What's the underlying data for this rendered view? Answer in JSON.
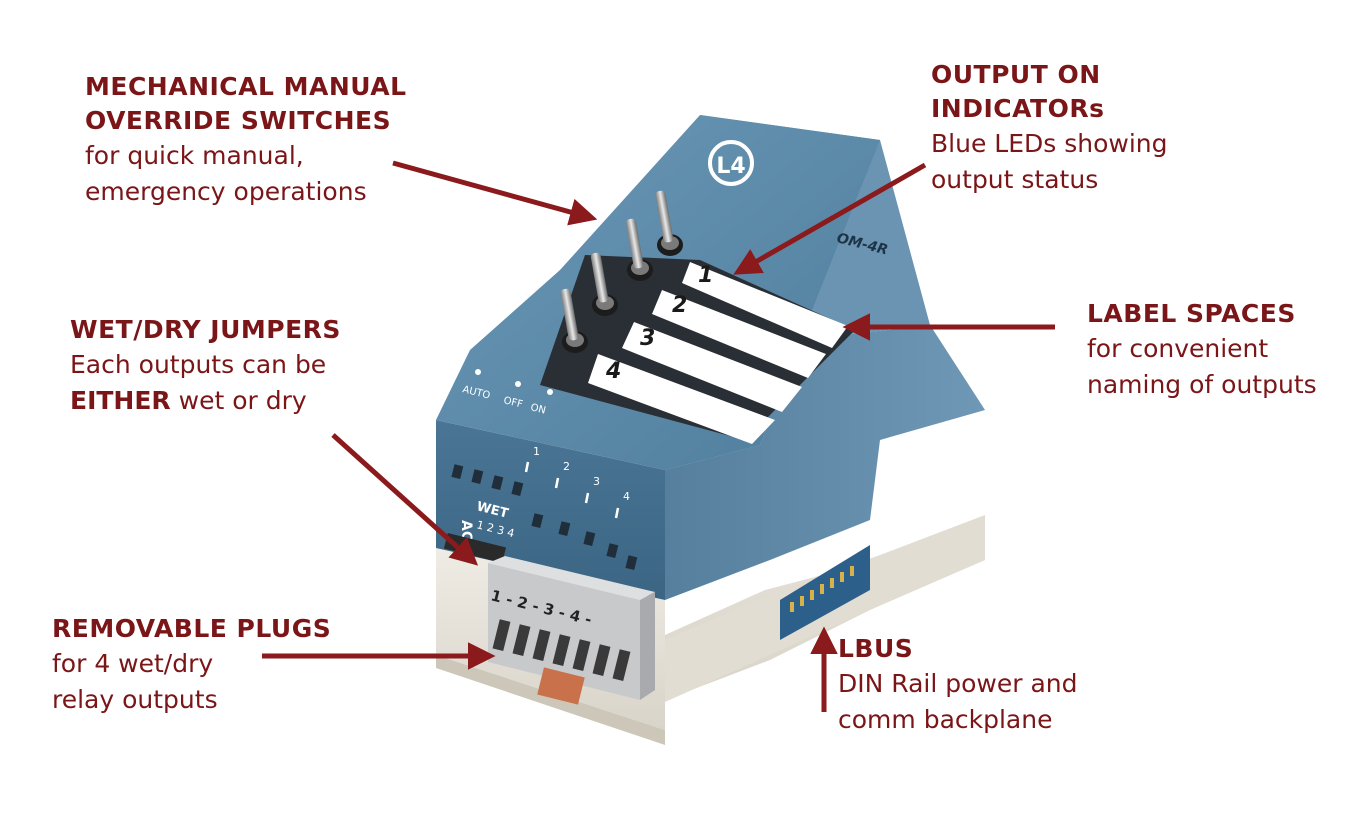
{
  "colors": {
    "callout_text": "#7a1518",
    "arrow": "#8b1a1c",
    "housing_blue": "#4f7d9c",
    "housing_dark": "#3b6583",
    "housing_light": "#6b98b7",
    "base_cream": "#e7e3da",
    "led_blue": "#2f6fd6"
  },
  "callouts": {
    "override": {
      "title_line1": "MECHANICAL MANUAL",
      "title_line2": "OVERRIDE SWITCHES",
      "desc_line1": "for quick manual,",
      "desc_line2": "emergency operations"
    },
    "indicators": {
      "title_line1": "OUTPUT ON",
      "title_line2": "INDICATORs",
      "desc_line1": "Blue LEDs showing",
      "desc_line2": "output status"
    },
    "jumpers": {
      "title": "WET/DRY JUMPERS",
      "desc_line1": "Each outputs can be",
      "desc_bold": "EITHER",
      "desc_line2_rest": " wet or dry"
    },
    "labels": {
      "title": "LABEL SPACES",
      "desc_line1": "for convenient",
      "desc_line2": "naming of outputs"
    },
    "plugs": {
      "title": "REMOVABLE PLUGS",
      "desc_line1": "for 4 wet/dry",
      "desc_line2": "relay outputs"
    },
    "lbus": {
      "title": "LBUS",
      "desc_line1": "DIN Rail power and",
      "desc_line2": "comm backplane"
    }
  },
  "device": {
    "model": "OM-4R",
    "logo": "L4",
    "label_numbers": [
      "1",
      "2",
      "3",
      "4"
    ],
    "switch_modes": {
      "auto": "AUTO",
      "off": "OFF",
      "on": "ON"
    },
    "jumper_header": "WET",
    "jumper_ac": "AC",
    "jumper_numbers": "1 2 3 4",
    "led_numbers": [
      "1",
      "2",
      "3",
      "4"
    ],
    "plug_markings": "1 - 2 - 3 - 4 -"
  }
}
